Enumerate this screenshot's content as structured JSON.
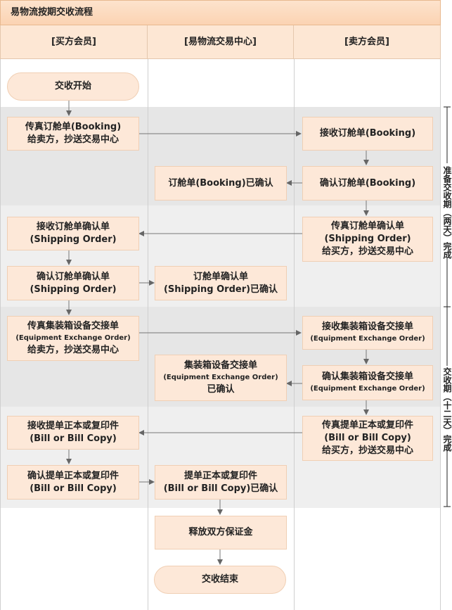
{
  "title": "易物流按期交收流程",
  "columns": [
    "[买方会员]",
    "[易物流交易中心]",
    "[卖方会员]"
  ],
  "nodes": {
    "start": [
      "交收开始"
    ],
    "buyer_fax_booking": [
      "传真订舱单(Booking)",
      "给卖方，抄送交易中心"
    ],
    "seller_receive_booking": [
      "接收订舱单(Booking)"
    ],
    "seller_confirm_booking": [
      "确认订舱单(Booking)"
    ],
    "center_booking_confirmed": [
      "订舱单(Booking)已确认"
    ],
    "seller_fax_shipping": [
      "传真订舱单确认单",
      "(Shipping Order)",
      "给买方，抄送交易中心"
    ],
    "buyer_receive_shipping": [
      "接收订舱单确认单",
      "(Shipping Order)"
    ],
    "buyer_confirm_shipping": [
      "确认订舱单确认单",
      "(Shipping Order)"
    ],
    "center_shipping_confirmed": [
      "订舱单确认单",
      "(Shipping Order)已确认"
    ],
    "buyer_fax_equipment": [
      "传真集装箱设备交接单",
      "(Equipment Exchange Order)",
      "给卖方，抄送交易中心"
    ],
    "seller_receive_equipment": [
      "接收集装箱设备交接单",
      "(Equipment Exchange Order)"
    ],
    "seller_confirm_equipment": [
      "确认集装箱设备交接单",
      "(Equipment Exchange Order)"
    ],
    "center_equipment_confirmed": [
      "集装箱设备交接单",
      "(Equipment Exchange Order)",
      "已确认"
    ],
    "seller_fax_bill": [
      "传真提单正本或复印件",
      "(Bill or Bill Copy)",
      "给买方，抄送交易中心"
    ],
    "buyer_receive_bill": [
      "接收提单正本或复印件",
      "(Bill or Bill Copy)"
    ],
    "buyer_confirm_bill": [
      "确认提单正本或复印件",
      "(Bill or Bill Copy)"
    ],
    "center_bill_confirmed": [
      "提单正本或复印件",
      "(Bill or Bill Copy)已确认"
    ],
    "release_deposit": [
      "释放双方保证金"
    ],
    "end": [
      "交收结束"
    ]
  },
  "phases": [
    {
      "label": "准备交收期（两天）完成"
    },
    {
      "label": "交收期（十二天）完成"
    }
  ]
}
